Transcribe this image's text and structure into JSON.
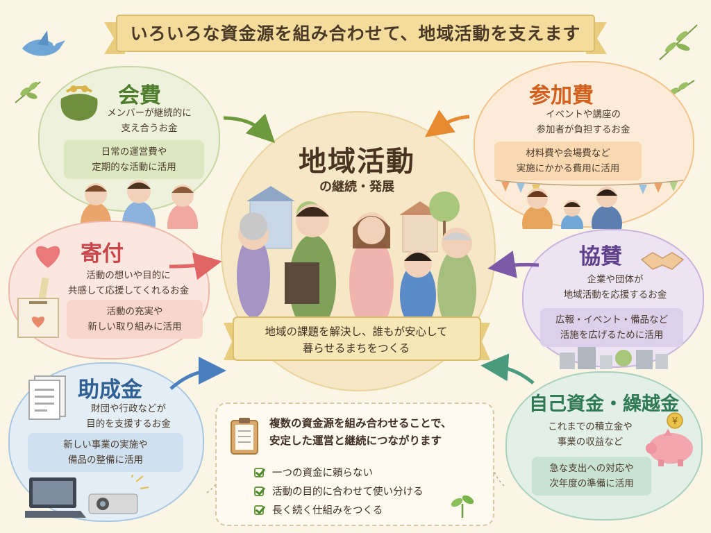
{
  "banner": {
    "title": "いろいろな資金源を組み合わせて、地域活動を支えます"
  },
  "center": {
    "title": "地域活動",
    "subtitle": "の継続・発展",
    "ribbon_line1": "地域の課題を解決し、誰もが安心して",
    "ribbon_line2": "暮らせるまちをつくる"
  },
  "sources": {
    "kaihi": {
      "title": "会費",
      "desc1": "メンバーが継続的に",
      "desc2": "支え合うお金",
      "use1": "日常の運営費や",
      "use2": "定期的な活動に活用",
      "color": "#4e7d2e",
      "icon": "coin-purse-icon"
    },
    "kifu": {
      "title": "寄付",
      "desc1": "活動の想いや目的に",
      "desc2": "共感して応援してくれるお金",
      "use1": "活動の充実や",
      "use2": "新しい取り組みに活用",
      "color": "#c9474a",
      "icon": "heart-icon"
    },
    "josei": {
      "title": "助成金",
      "desc1": "財団や行政などが",
      "desc2": "目的を支援するお金",
      "use1": "新しい事業の実施や",
      "use2": "備品の整備に活用",
      "color": "#2f5f93",
      "icon": "document-icon"
    },
    "sanka": {
      "title": "参加費",
      "desc1": "イベントや講座の",
      "desc2": "参加者が負担するお金",
      "use1": "材料費や会場費など",
      "use2": "実施にかかる費用に活用",
      "color": "#d2611f",
      "icon": "bunting-icon"
    },
    "kyousan": {
      "title": "協賛",
      "desc1": "企業や団体が",
      "desc2": "地域活動を応援するお金",
      "use1": "広報・イベント・備品など",
      "use2": "活施を広げるために活用",
      "color": "#5f3f8a",
      "icon": "handshake-icon"
    },
    "jiko": {
      "title": "自己資金・繰越金",
      "desc1": "これまでの積立金や",
      "desc2": "事業の収益など",
      "use1": "急な支出への対応や",
      "use2": "次年度の準備に活用",
      "color": "#2f7a54",
      "icon": "piggy-bank-icon"
    }
  },
  "note": {
    "head1": "複数の資金源を組み合わせることで、",
    "head2": "安定した運営と継続につながります",
    "checks": [
      "一つの資金に頼らない",
      "活動の目的に合わせて使い分ける",
      "長く続く仕組みをつくる"
    ]
  },
  "colors": {
    "background": "#fbf5e6",
    "banner": "#f3dc9c",
    "center": "#f6e8c6"
  }
}
